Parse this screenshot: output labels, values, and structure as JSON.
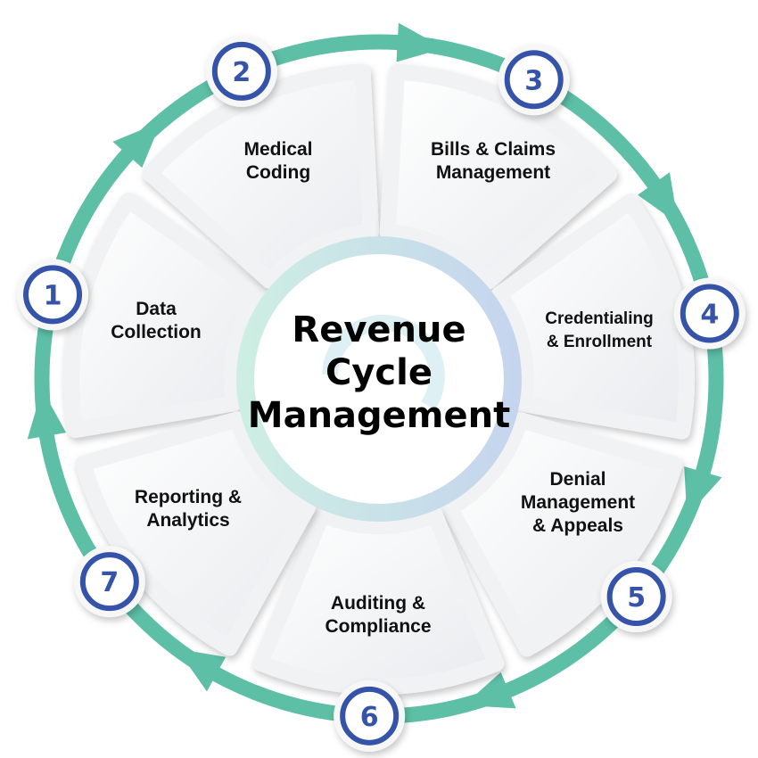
{
  "title": {
    "line1": "Revenue",
    "line2": "Cycle",
    "line3": "Management"
  },
  "steps": [
    {
      "number": "1",
      "line1": "Data",
      "line2": "Collection"
    },
    {
      "number": "2",
      "line1": "Medical",
      "line2": "Coding"
    },
    {
      "number": "3",
      "line1": "Bills & Claims",
      "line2": "Management"
    },
    {
      "number": "4",
      "line1": "Credentialing",
      "line2": "& Enrollment"
    },
    {
      "number": "5",
      "line1": "Denial",
      "line2": "Management",
      "line3": "& Appeals"
    },
    {
      "number": "6",
      "line1": "Auditing &",
      "line2": "Compliance"
    },
    {
      "number": "7",
      "line1": "Reporting &",
      "line2": "Analytics"
    }
  ],
  "colors": {
    "ring": "#5cbfa6",
    "badge": "#3553a8",
    "card": "#f3f4f6",
    "center_ring_a": "#cfeee4",
    "center_ring_b": "#c7d6ee"
  }
}
